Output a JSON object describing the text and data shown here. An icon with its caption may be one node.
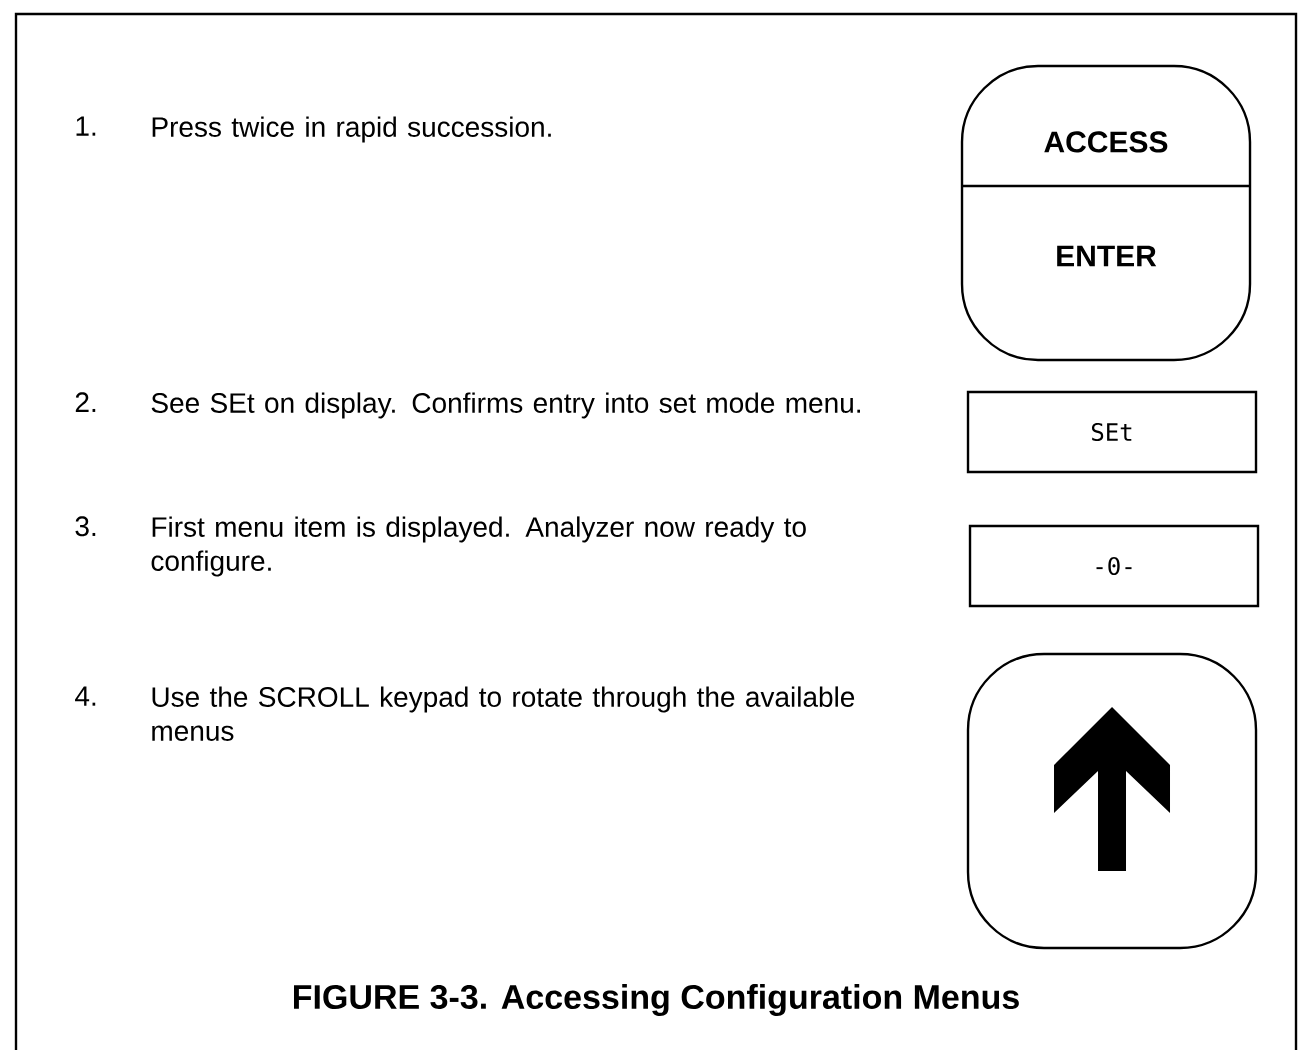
{
  "diagram": {
    "caption": "FIGURE 3-3. Accessing Configuration Menus",
    "nodes": [
      {
        "text": [
          "ACCESS",
          "ENTER"
        ]
      },
      {
        "text": [
          "SEt"
        ]
      },
      {
        "text": [
          "-0-"
        ]
      },
      {
        "text": [],
        "shape": "box"
      }
    ],
    "labels": [
      "1.",
      "Press twice in rapid succession.",
      "2.",
      "See SEt on display. Confirms entry into set mode menu.",
      "3.",
      "First menu item is displayed. Analyzer now ready to configure.",
      "4.",
      "Use the SCROLL keypad to rotate through the available menus"
    ]
  }
}
